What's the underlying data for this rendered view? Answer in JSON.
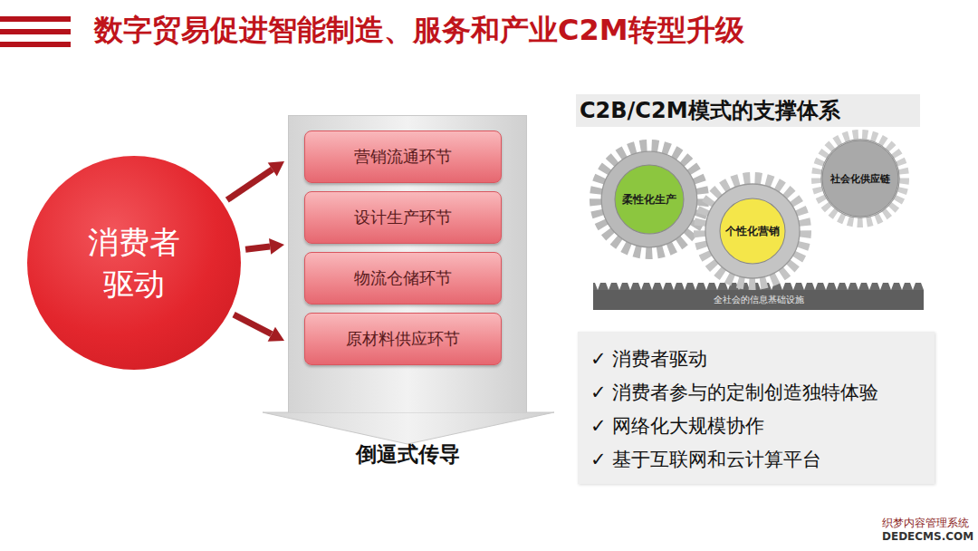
{
  "diagram": {
    "title": "数字贸易促进智能制造、服务和产业C2M转型升级",
    "nodes": [
      {
        "text": [
          "消费者驱动"
        ]
      },
      {
        "text": [
          "倒逼式传导"
        ]
      },
      {
        "text": [
          "营销流通环节"
        ],
        "in": 1
      },
      {
        "text": [
          "设计生产环节"
        ],
        "in": 1
      },
      {
        "text": [
          "物流仓储环节"
        ],
        "in": 1
      },
      {
        "text": [
          "原材料供应环节"
        ],
        "in": 1
      },
      {
        "text": [
          "柔性化生产"
        ]
      },
      {
        "text": [
          "个性化营销"
        ]
      },
      {
        "text": [
          "社会化供应链"
        ]
      },
      {
        "text": [
          "全社会的信息基础设施"
        ]
      },
      {
        "text": [
          "✓ 消费者驱动",
          "✓ 消费者参与的定制创造独特体验",
          "✓ 网络化大规模协作",
          "✓ 基于互联网和云计算平台"
        ]
      }
    ],
    "edges": [
      {
        "from": 0,
        "to": 1,
        "arrow": "to"
      },
      {
        "from": 0,
        "to": 1,
        "arrow": "to"
      },
      {
        "from": 0,
        "to": 1,
        "arrow": "to"
      }
    ],
    "labels": [
      "C2B/C2M模式的支撑体系",
      "织梦内容管理系统",
      "DEDECMS.COM"
    ]
  }
}
